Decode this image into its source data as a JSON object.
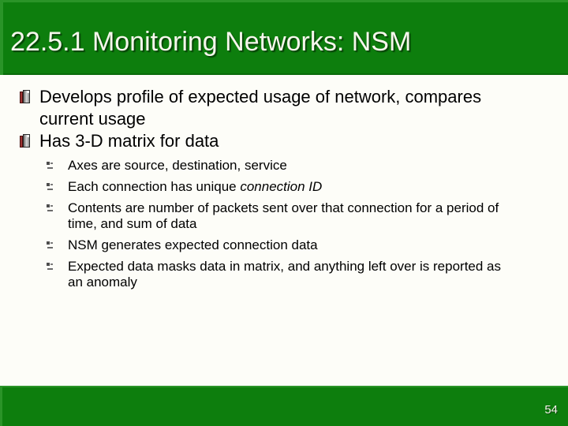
{
  "slide": {
    "title": "22.5.1 Monitoring Networks: NSM",
    "page_number": "54"
  },
  "content": {
    "bullets": [
      {
        "level": 1,
        "runs": [
          {
            "text": "Develops profile of expected usage of network, compares current usage"
          }
        ]
      },
      {
        "level": 1,
        "runs": [
          {
            "text": "Has 3-D matrix for data"
          }
        ]
      },
      {
        "level": 2,
        "runs": [
          {
            "text": "Axes are source, destination, service"
          }
        ]
      },
      {
        "level": 2,
        "runs": [
          {
            "text": "Each connection has unique "
          },
          {
            "text": "connection ID",
            "italic": true
          }
        ]
      },
      {
        "level": 2,
        "runs": [
          {
            "text": "Contents are number of packets sent over that connection for a period of time, and sum of data"
          }
        ]
      },
      {
        "level": 2,
        "runs": [
          {
            "text": "NSM generates expected connection data"
          }
        ]
      },
      {
        "level": 2,
        "runs": [
          {
            "text": "Expected data masks data in matrix, and anything left over is reported as an anomaly"
          }
        ]
      }
    ]
  },
  "icons": {
    "level1_bullet": "book-block-icon",
    "level2_bullet": "small-marker-icon"
  },
  "colors": {
    "header_green": "#0d7e0d",
    "header_bevel_green": "#2a9428",
    "title_text": "#f6f6ec",
    "title_shadow": "#094409",
    "body_background": "#fdfdf8",
    "body_text": "#000000",
    "bullet_spine_red": "#9e3434",
    "bullet_page_gray": "#d9d9d9",
    "sub_bullet_gray": "#4d4d4d"
  }
}
